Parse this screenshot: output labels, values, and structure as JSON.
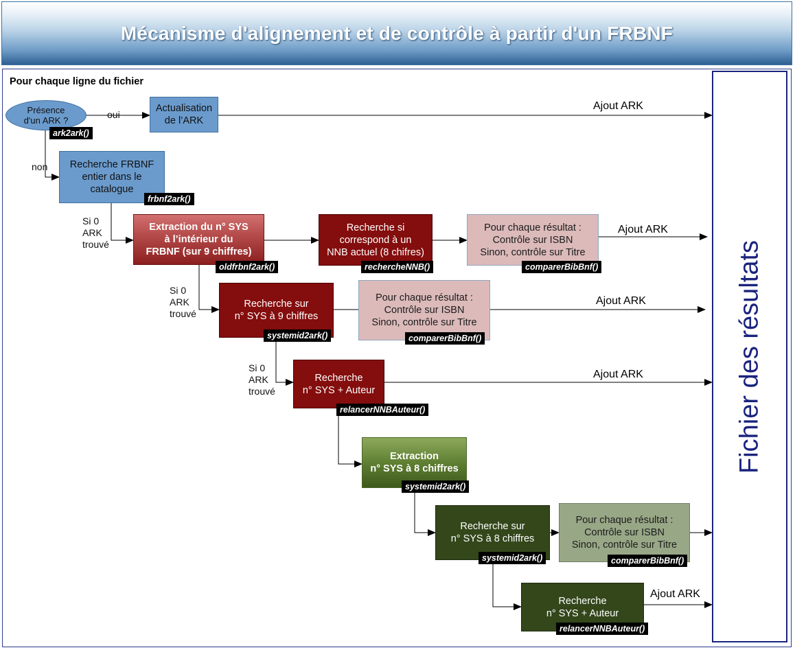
{
  "title": "Mécanisme d'alignement et de contrôle à partir d'un FRBNF",
  "section_label": "Pour chaque ligne du fichier",
  "result_file": "Fichier des résultats",
  "decision": {
    "line1": "Présence",
    "line2": "d'un ARK ?"
  },
  "labels": {
    "oui": "oui",
    "non": "non",
    "si0": [
      "Si 0",
      "ARK",
      "trouvé"
    ],
    "ajout_ark": "Ajout ARK"
  },
  "boxes": {
    "actualisation": [
      "Actualisation",
      "de l’ARK"
    ],
    "frbnf_entier": [
      "Recherche FRBNF",
      "entier dans le",
      "catalogue"
    ],
    "extraction_sys9": [
      "Extraction du n° SYS",
      "à l’intérieur du",
      "FRBNF (sur 9 chiffres)"
    ],
    "recherche_nnb": [
      "Recherche si",
      "correspond à un",
      "NNB actuel (8 chifres)"
    ],
    "controle_1": [
      "Pour chaque résultat :",
      "Contrôle sur ISBN",
      "Sinon, contrôle sur Titre"
    ],
    "recherche_sys9": [
      "Recherche sur",
      "n° SYS à 9 chiffres"
    ],
    "controle_2": [
      "Pour chaque résultat :",
      "Contrôle sur ISBN",
      "Sinon, contrôle sur Titre"
    ],
    "recherche_sys_auteur": [
      "Recherche",
      "n° SYS + Auteur"
    ],
    "extraction_sys8": [
      "Extraction",
      "n° SYS à 8 chiffres"
    ],
    "recherche_sys8": [
      "Recherche sur",
      "n° SYS à 8 chiffres"
    ],
    "controle_3": [
      "Pour chaque résultat :",
      "Contrôle sur ISBN",
      "Sinon, contrôle sur Titre"
    ],
    "recherche_sys_auteur_2": [
      "Recherche",
      "n° SYS + Auteur"
    ]
  },
  "functions": {
    "ark2ark": "ark2ark()",
    "frbnf2ark": "frbnf2ark()",
    "oldfrbnf2ark": "oldfrbnf2ark()",
    "rechercheNNB": "rechercheNNB()",
    "comparerBibBnf_1": "comparerBibBnf()",
    "systemid2ark_1": "systemid2ark()",
    "comparerBibBnf_2": "comparerBibBnf()",
    "relancerNNBAuteur_1": "relancerNNBAuteur()",
    "systemid2ark_2": "systemid2ark()",
    "systemid2ark_3": "systemid2ark()",
    "comparerBibBnf_3": "comparerBibBnf()",
    "relancerNNBAuteur_2": "relancerNNBAuteur()"
  }
}
